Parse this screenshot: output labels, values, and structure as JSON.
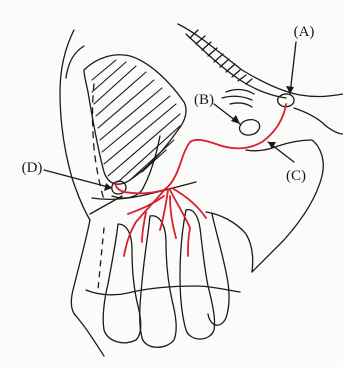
{
  "colors": {
    "ink": "#1a1a1a",
    "artery": "#d8202f",
    "paper": "#fbfbf9"
  },
  "labels": {
    "a": "(A)",
    "b": "(B)",
    "c": "(C)",
    "d": "(D)"
  }
}
